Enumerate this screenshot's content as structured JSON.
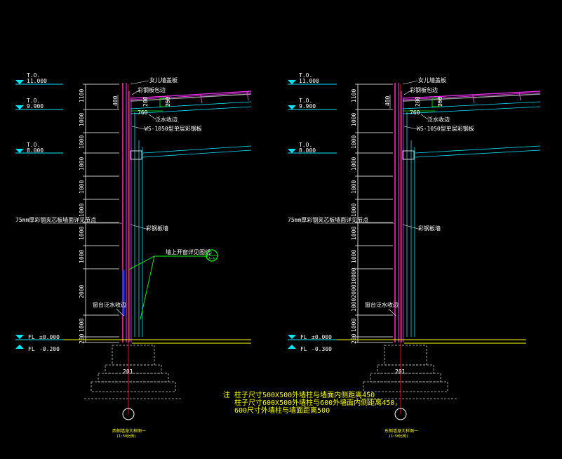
{
  "colors": {
    "background": "#000000",
    "level": "#00e5ff",
    "structure": "#ff2fa0",
    "wall": "#ff33ff",
    "annotation": "#ffffff",
    "leader": "#00ff00",
    "ground": "#ffff00",
    "glazing": "#1e40ff",
    "foundation": "#c8c8c8",
    "axis": "#ff2020"
  },
  "sections": [
    {
      "id": "left",
      "levels": [
        {
          "tag": "T.O.",
          "value": "11.000"
        },
        {
          "tag": "T.O.",
          "value": "9.900"
        },
        {
          "tag": "T.O.",
          "value": "8.000"
        }
      ],
      "floor": {
        "label": "FL",
        "value": "±0.000"
      },
      "ground": {
        "label": "FL",
        "value": "-0.200"
      },
      "dims": [
        "1100",
        "1000",
        "1000",
        "1000",
        "1000",
        "1000",
        "1000",
        "1000",
        "2000",
        "1000",
        "200"
      ],
      "side_label": "75mm厚彩钢夹芯板墙面详见节点",
      "callouts": [
        "女儿墙盖板",
        "彩钢板包边",
        "泛水收边",
        "WS-1050型单层彩钢板",
        "彩钢板墙",
        "墙上开窗详见图纸",
        "窗台泛水收边"
      ],
      "top_dims": [
        "400",
        "200",
        "250"
      ],
      "mid_dim": "760",
      "detail_ref": {
        "top": "2",
        "bottom": "A-4"
      },
      "axis_label": "201",
      "title": "西侧墙身大样图一",
      "scale": "(1:50比例)"
    },
    {
      "id": "right",
      "levels": [
        {
          "tag": "T.O.",
          "value": "11.000"
        },
        {
          "tag": "T.O.",
          "value": "9.900"
        },
        {
          "tag": "T.O.",
          "value": "8.000"
        }
      ],
      "floor": {
        "label": "FL",
        "value": "±0.000"
      },
      "ground": {
        "label": "FL",
        "value": "-0.300"
      },
      "dims": [
        "1100",
        "1000",
        "1000",
        "1000",
        "1000",
        "1000",
        "1000",
        "1000",
        "1000",
        "200"
      ],
      "stacked_dim": "1000200010000",
      "side_label": "75mm厚彩钢夹芯板墙面详见节点",
      "callouts": [
        "女儿墙盖板",
        "彩钢板包边",
        "泛水收边",
        "WS-1050型单层彩钢板",
        "彩钢板墙",
        "窗台泛水收边"
      ],
      "top_dims": [
        "400",
        "200",
        "250"
      ],
      "mid_dim": "760",
      "axis_label": "201",
      "title": "东侧墙身大样图一",
      "scale": "(1:50比例)"
    }
  ],
  "note": {
    "prefix": "注",
    "lines": [
      "柱子尺寸500X500外墙柱与墙面内侧距离450",
      "柱子尺寸600X500外墙柱与600外墙面内侧距离450，",
      "600尺寸外墙柱与墙面距离500"
    ]
  }
}
